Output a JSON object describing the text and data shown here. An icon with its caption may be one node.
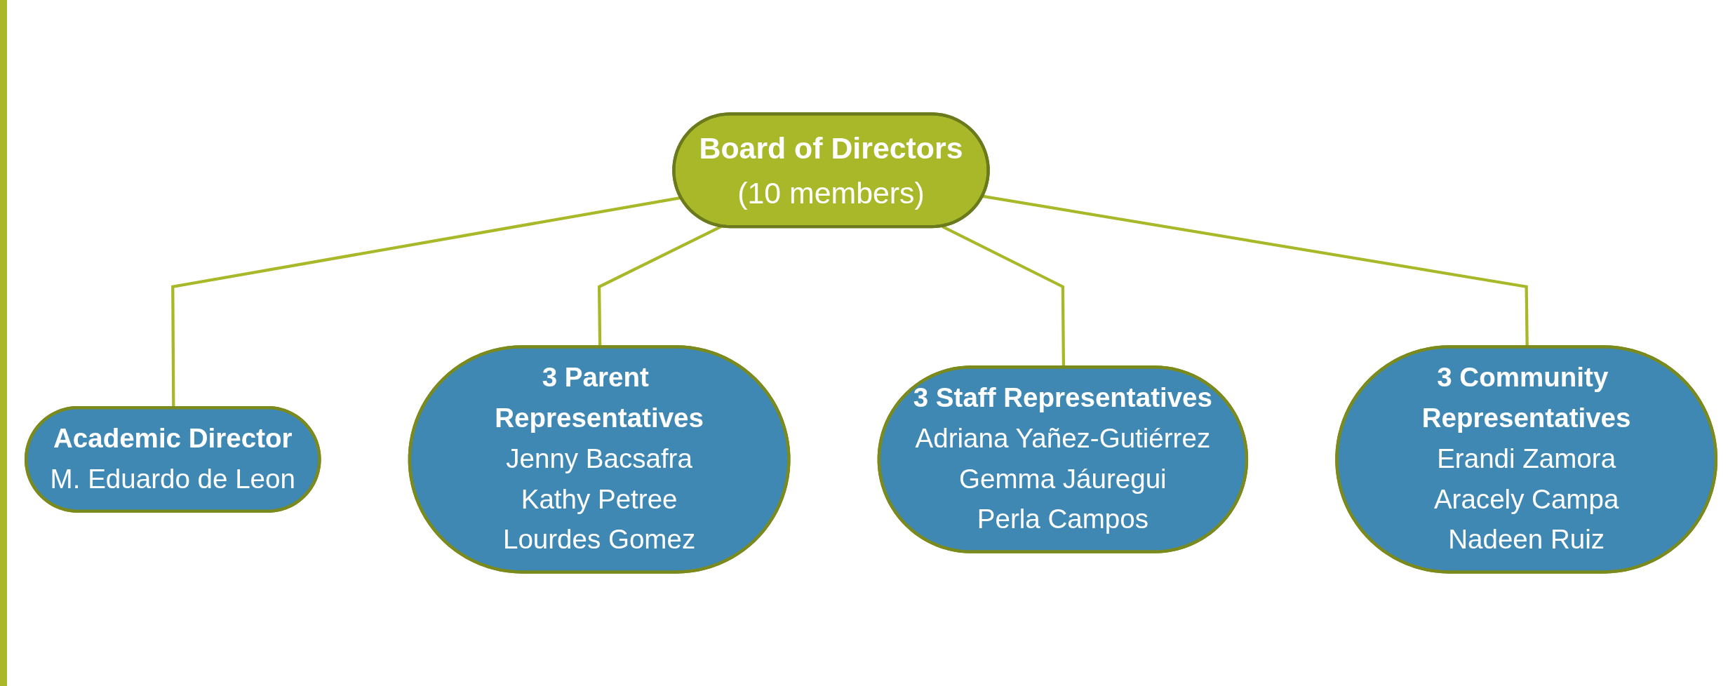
{
  "diagram": {
    "nodes": [
      {
        "text": [
          "Board of Directors",
          "(10 members)"
        ]
      },
      {
        "text": [
          "3 Community Representatives",
          "Erandi Zamora",
          "Aracely Campa",
          "Nadeen Ruiz"
        ]
      },
      {
        "text": [
          "Academic Director",
          "M. Eduardo de Leon"
        ]
      },
      {
        "text": [
          "3 Parent Representatives",
          "Jenny Bacsafra",
          "Kathy Petree",
          "Lourdes Gomez"
        ]
      },
      {
        "text": [
          "3 Staff Representatives",
          "Adriana Yañez-Gutiérrez",
          "Gemma Jáuregui",
          "Perla Campos"
        ]
      }
    ],
    "edges": [
      {
        "from": 0,
        "to": 2,
        "arrow": "none"
      },
      {
        "from": 0,
        "to": 3,
        "arrow": "none"
      },
      {
        "from": 0,
        "to": 4,
        "arrow": "none"
      },
      {
        "from": 0,
        "to": 1,
        "arrow": "none"
      }
    ]
  }
}
